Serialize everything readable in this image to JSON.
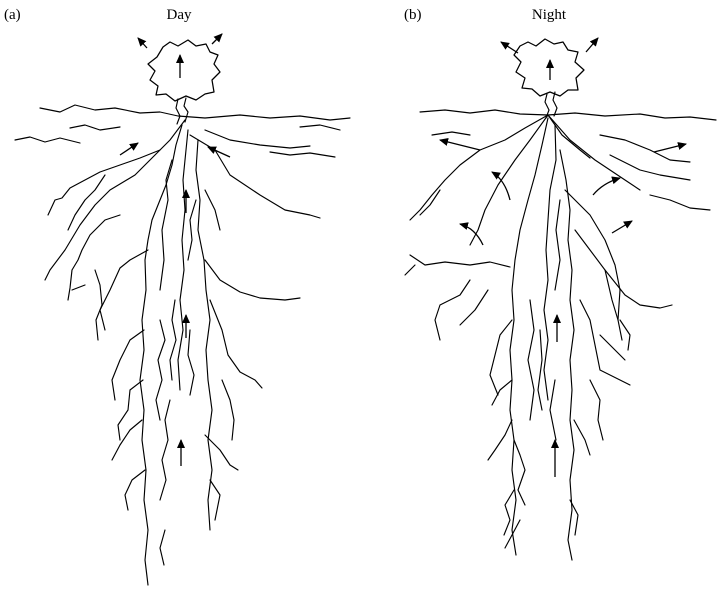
{
  "panels": [
    {
      "label": "(a)",
      "title": "Day"
    },
    {
      "label": "(b)",
      "title": "Night"
    }
  ]
}
